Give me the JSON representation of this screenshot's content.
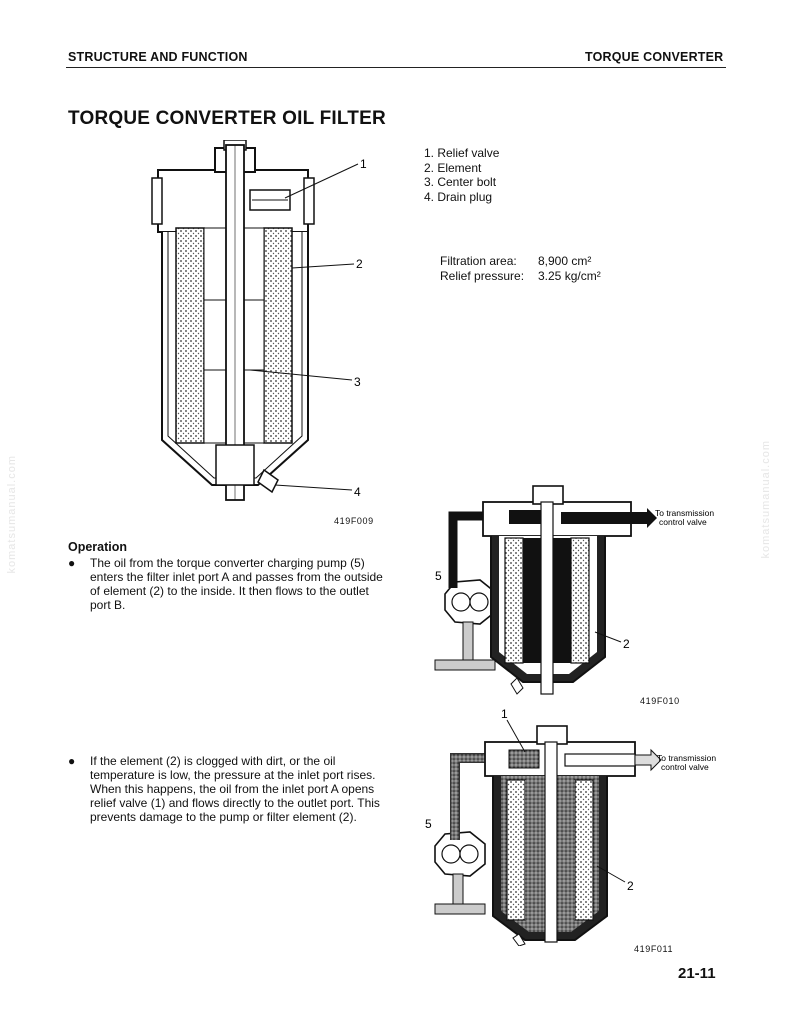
{
  "header": {
    "left": "STRUCTURE AND FUNCTION",
    "right": "TORQUE CONVERTER"
  },
  "title": "TORQUE CONVERTER OIL FILTER",
  "parts": [
    "1.  Relief valve",
    "2.  Element",
    "3.  Center bolt",
    "4.  Drain plug"
  ],
  "specs": [
    {
      "label": "Filtration area:",
      "value": "8,900 cm²"
    },
    {
      "label": "Relief pressure:",
      "value": "3.25 kg/cm²"
    }
  ],
  "figures": {
    "fig1": {
      "code": "419F009",
      "callouts": [
        "1",
        "2",
        "3",
        "4"
      ]
    },
    "fig2": {
      "code": "419F010",
      "callouts": [
        "5",
        "2"
      ],
      "outlet_label": [
        "To transmission",
        "control valve"
      ]
    },
    "fig3": {
      "code": "419F011",
      "callouts": [
        "1",
        "5",
        "2"
      ],
      "outlet_label": [
        "To transmission",
        "control valve"
      ]
    }
  },
  "operation": {
    "title": "Operation",
    "bullets": [
      "The oil from the torque converter charging pump (5) enters the filter inlet port A and passes from the outside of element (2) to the inside. It then flows to the outlet port B.",
      "If the element (2) is clogged with dirt, or the oil temperature is low, the pressure at the inlet port rises. When this happens, the oil from the inlet port A opens relief valve (1) and flows directly to the outlet port. This prevents damage to the pump or filter element (2)."
    ]
  },
  "watermark": "komatsumanual.com",
  "page_number": "21-11"
}
